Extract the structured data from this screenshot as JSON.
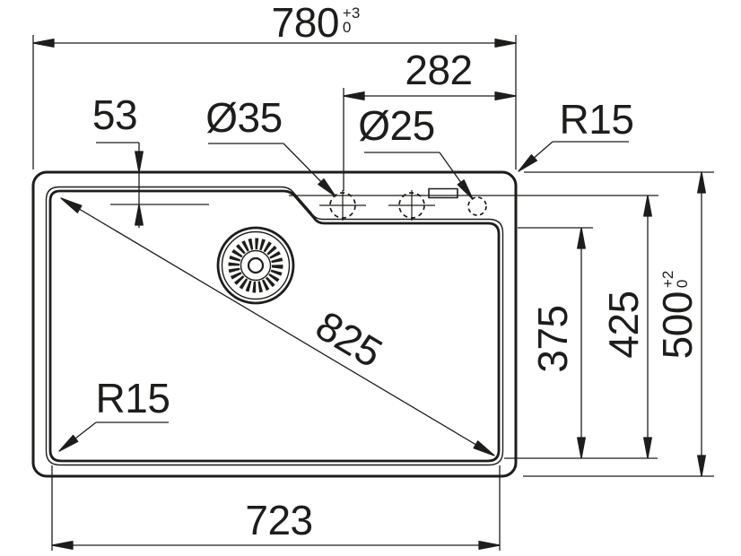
{
  "meta": {
    "drawing_type": "technical dimension drawing",
    "subject": "kitchen sink top view",
    "background_color": "#ffffff",
    "line_color": "#1d1d1b"
  },
  "dimensions": {
    "overall_width": {
      "value": "780",
      "tolerance_upper": "+3",
      "tolerance_lower": "0"
    },
    "tap_ledge_width": "282",
    "rim_to_bowl_offset": "53",
    "tap_hole_large": "Ø35",
    "tap_hole_small": "Ø25",
    "corner_radius_top": "R15",
    "bowl_diagonal": "825",
    "bowl_depth_inner": "375",
    "bowl_depth_outer": "425",
    "overall_depth": {
      "value": "500",
      "tolerance_upper": "+2",
      "tolerance_lower": "0"
    },
    "bowl_corner_radius": "R15",
    "bowl_width": "723"
  }
}
